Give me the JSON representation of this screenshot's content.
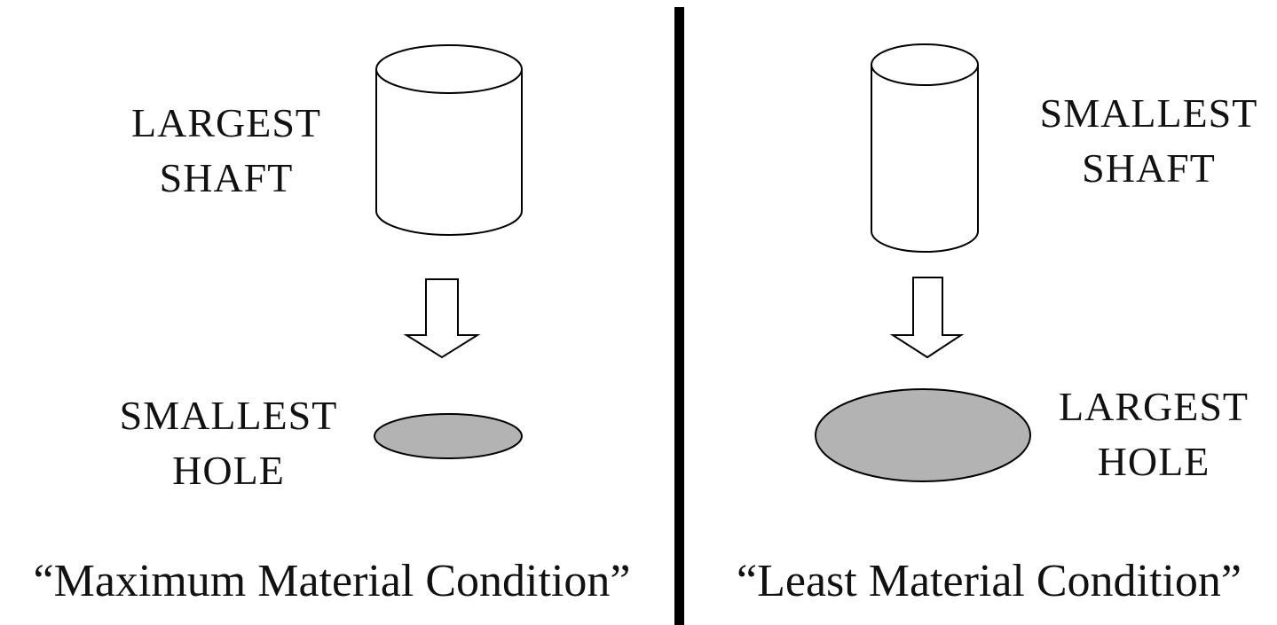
{
  "left_panel": {
    "shaft_label": [
      "LARGEST",
      "SHAFT"
    ],
    "hole_label": [
      "SMALLEST",
      "HOLE"
    ],
    "caption": "“Maximum Material Condition”"
  },
  "right_panel": {
    "shaft_label": [
      "SMALLEST",
      "SHAFT"
    ],
    "hole_label": [
      "LARGEST",
      "HOLE"
    ],
    "caption": "“Least Material Condition”"
  },
  "colors": {
    "line": "#000000",
    "hole_fill": "#b3b3b3",
    "background": "#ffffff"
  },
  "icons": [
    "cylinder-shaft-icon",
    "down-arrow-icon",
    "ellipse-hole-icon"
  ]
}
